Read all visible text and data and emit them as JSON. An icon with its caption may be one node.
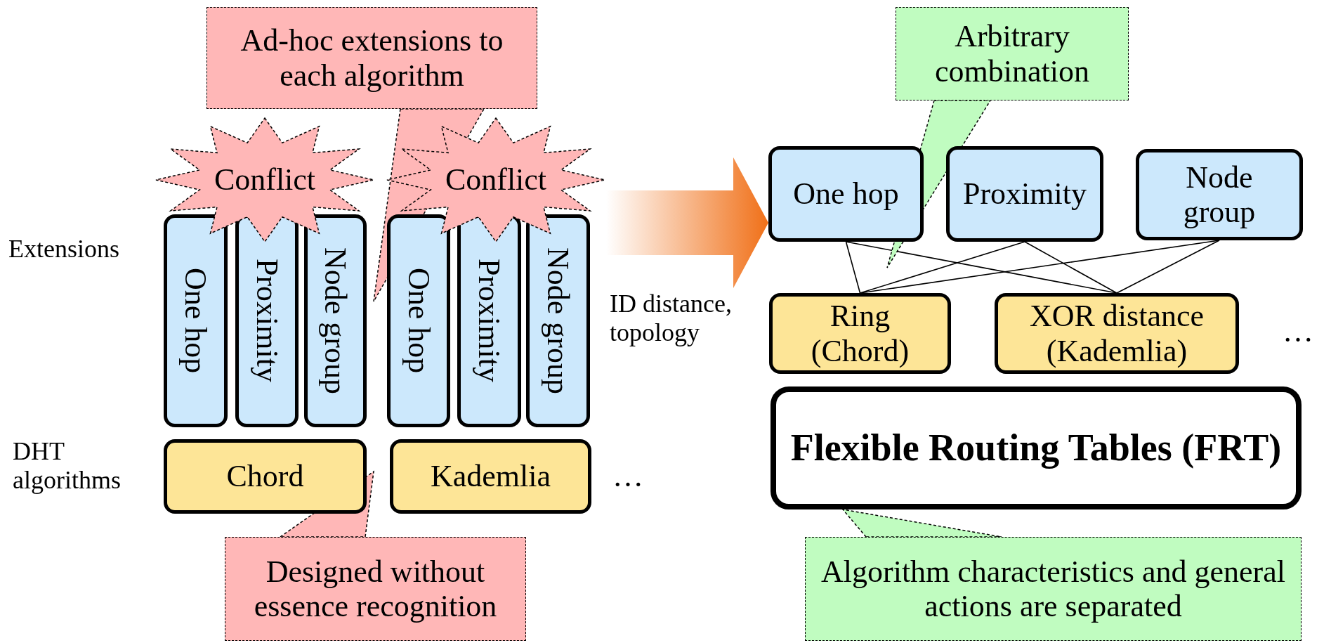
{
  "diagram": {
    "nodes": [
      {
        "text": [
          "Ad-hoc extensions to each algorithm"
        ]
      },
      {
        "text": [
          "Arbitrary combination"
        ]
      },
      {
        "text": [
          "Conflict"
        ]
      },
      {
        "text": [
          "Conflict"
        ]
      },
      {
        "text": [
          "One hop"
        ]
      },
      {
        "text": [
          "Proximity"
        ]
      },
      {
        "text": [
          "Node group"
        ]
      },
      {
        "text": [
          "One hop"
        ]
      },
      {
        "text": [
          "Proximity"
        ]
      },
      {
        "text": [
          "Node group"
        ]
      },
      {
        "text": [
          "Chord"
        ]
      },
      {
        "text": [
          "Kademlia"
        ]
      },
      {
        "text": [
          "One hop"
        ]
      },
      {
        "text": [
          "Proximity"
        ]
      },
      {
        "text": [
          "Node group"
        ]
      },
      {
        "text": [
          "Ring (Chord)"
        ]
      },
      {
        "text": [
          "XOR distance (Kademlia)"
        ]
      },
      {
        "text": [
          "Flexible Routing Tables (FRT)"
        ]
      },
      {
        "text": [
          "Designed without essence recognition"
        ]
      },
      {
        "text": [
          "Algorithm characteristics and general actions are separated"
        ]
      }
    ],
    "edges": [
      {
        "from": 0,
        "to": null,
        "arrow": "to",
        "style": "dashed"
      },
      {
        "from": 1,
        "to": null,
        "arrow": "to",
        "style": "dashed"
      },
      {
        "from": 3,
        "to": 12,
        "arrow": "to",
        "style": "thick",
        "color": "#f07018"
      },
      {
        "from": 12,
        "to": 15,
        "arrow": "none"
      },
      {
        "from": 12,
        "to": 16,
        "arrow": "none"
      },
      {
        "from": 13,
        "to": 15,
        "arrow": "none"
      },
      {
        "from": 13,
        "to": 16,
        "arrow": "none"
      },
      {
        "from": 14,
        "to": 15,
        "arrow": "none"
      },
      {
        "from": 14,
        "to": 16,
        "arrow": "none"
      },
      {
        "from": 18,
        "to": null,
        "arrow": "to",
        "style": "dashed"
      },
      {
        "from": 19,
        "to": 17,
        "arrow": "to",
        "style": "dashed"
      }
    ],
    "labels": [
      "Extensions",
      "ID distance, topology",
      "…",
      "DHT algorithms",
      "…"
    ]
  }
}
